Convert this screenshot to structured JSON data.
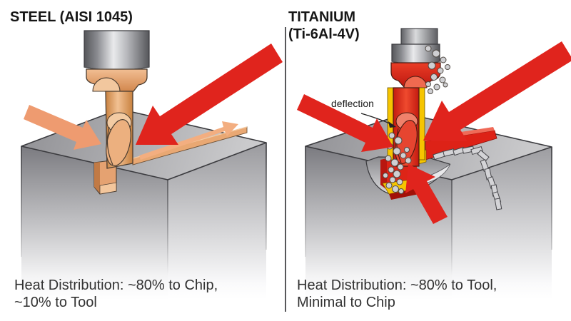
{
  "steel": {
    "title": "STEEL (AISI 1045)",
    "caption_line1": "Heat Distribution: ~80% to Chip,",
    "caption_line2": "~10% to Tool"
  },
  "titanium": {
    "title_line1": "TITANIUM",
    "title_line2": "(Ti-6Al-4V)",
    "deflection_label": "deflection",
    "caption_line1": "Heat Distribution: ~80% to Tool,",
    "caption_line2": "Minimal to Chip"
  },
  "colors": {
    "heat_arrow_red": "#E0241D",
    "warm_arrow_orange": "#EE9B70",
    "hot_yellow": "#F6C500",
    "tool_copper": "#E2A06C",
    "hot_tool_red": "#E02519",
    "workpiece_gray": "#A9A9AD",
    "divider_gray": "#58585A",
    "background": "#FFFFFF"
  }
}
